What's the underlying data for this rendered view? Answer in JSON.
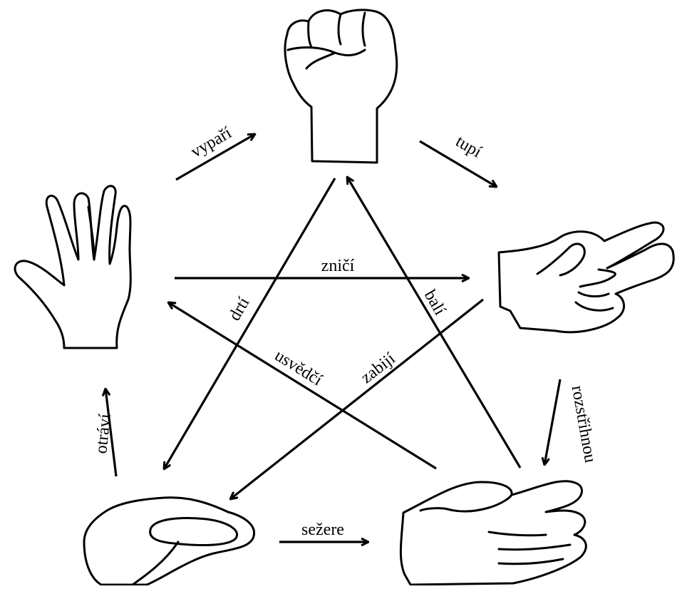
{
  "colors": {
    "ink": "#000000",
    "background": "#ffffff"
  },
  "nodes": [
    {
      "id": "rock",
      "icon": "fist-icon"
    },
    {
      "id": "scissors",
      "icon": "scissors-hand-icon"
    },
    {
      "id": "paper",
      "icon": "flat-hand-icon"
    },
    {
      "id": "lizard",
      "icon": "lizard-hand-icon"
    },
    {
      "id": "spock",
      "icon": "spock-hand-icon"
    }
  ],
  "edges": {
    "vypari": "vypaří",
    "tupi": "tupí",
    "rozstrihnou": "rozstřihnou",
    "sezere": "sežere",
    "otravi": "otráví",
    "znici": "zničí",
    "drti": "drtí",
    "bali": "balí",
    "usvedci": "usvědčí",
    "zabiji": "zabijí"
  }
}
